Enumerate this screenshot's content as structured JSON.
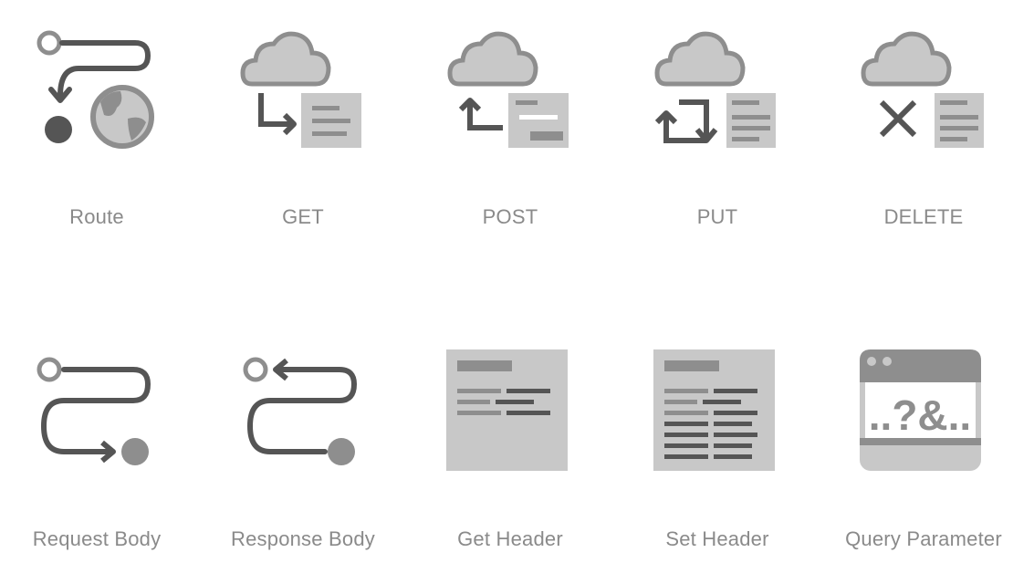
{
  "palette": {
    "dark": "#555555",
    "mid": "#8e8e8e",
    "light": "#c8c8c8",
    "white": "#ffffff"
  },
  "tiles": [
    {
      "label": "Route",
      "icon": "route-icon"
    },
    {
      "label": "GET",
      "icon": "cloud-get-icon"
    },
    {
      "label": "POST",
      "icon": "cloud-post-icon"
    },
    {
      "label": "PUT",
      "icon": "cloud-put-icon"
    },
    {
      "label": "DELETE",
      "icon": "cloud-delete-icon"
    },
    {
      "label": "Request Body",
      "icon": "request-body-icon"
    },
    {
      "label": "Response Body",
      "icon": "response-body-icon"
    },
    {
      "label": "Get Header",
      "icon": "get-header-icon"
    },
    {
      "label": "Set Header",
      "icon": "set-header-icon"
    },
    {
      "label": "Query Parameter",
      "icon": "query-parameter-icon",
      "glyph_text": "..?&.."
    }
  ]
}
